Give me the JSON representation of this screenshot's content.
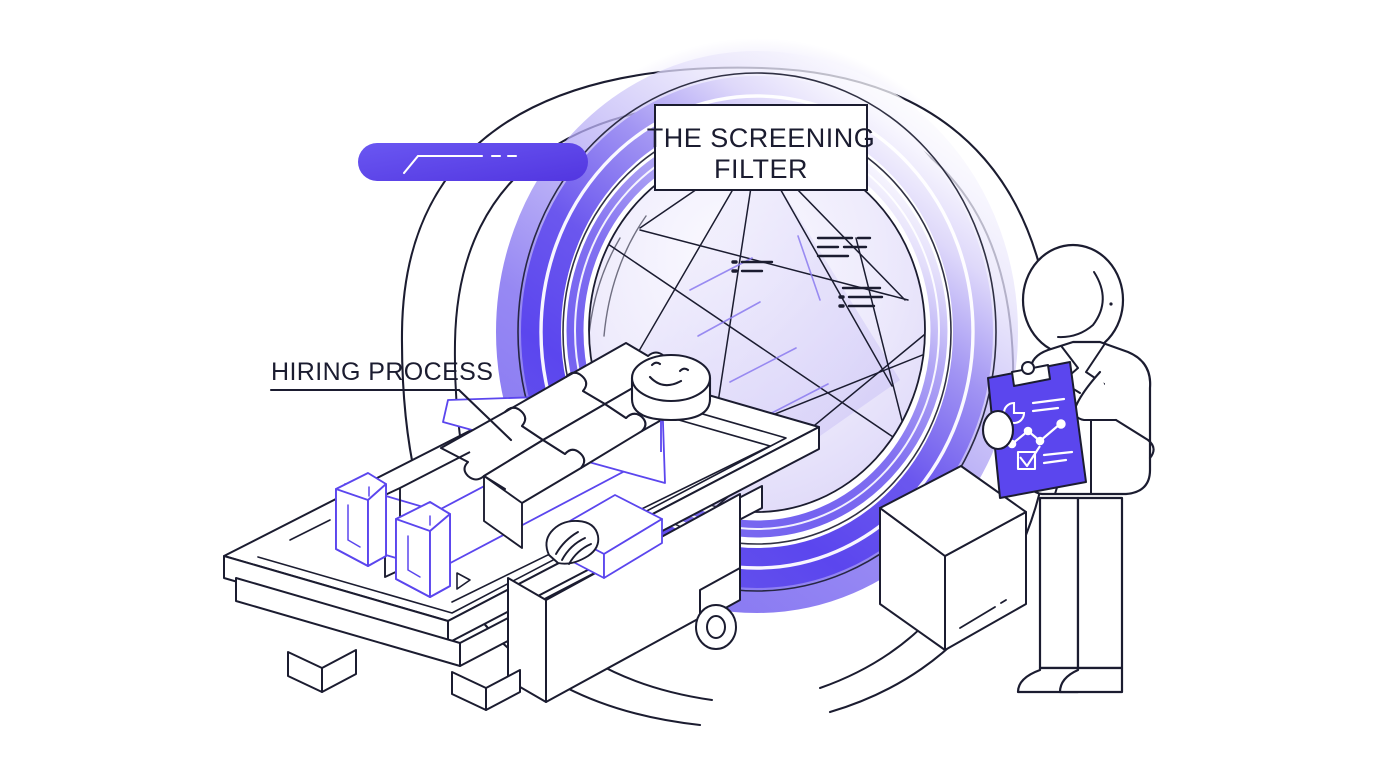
{
  "illustration": {
    "kind": "line-art-isometric-illustration",
    "subject": "MRI scanner screening a jigsaw-puzzle person while a doctor records results",
    "background_color": "#ffffff"
  },
  "palette": {
    "ink": "#1b1c30",
    "purple": "#5b46ee",
    "purple_deep": "#4a33d9",
    "purple_mid": "#7e6df0",
    "purple_pale": "#c9c1f7",
    "purple_wash": "#ece9fc",
    "white": "#ffffff"
  },
  "title_card": {
    "line1": "THE SCREENING",
    "line2": "FILTER",
    "border_color": "#1b1c30",
    "fill_color": "#ffffff"
  },
  "callout": {
    "label": "HIRING PROCESS",
    "underline_color": "#1b1c30",
    "leader_color": "#1b1c30"
  },
  "accent_bar": {
    "name": "purple-accent-bar",
    "fill": "#5b46ee",
    "mark_color": "#ffffff",
    "dashes": 2
  },
  "scanner": {
    "name": "mri-scanner",
    "outer_shell_color": "#1b1c30",
    "ring_gradient": [
      "#ffffff",
      "#c9c1f7",
      "#5b46ee",
      "#4a33d9"
    ],
    "highlight_stripe_color": "#ffffff",
    "bore_fill": "#efecfb",
    "radial_lines": 7,
    "glow": true,
    "base_box_color": "#1b1c30"
  },
  "bore_marks": [
    {
      "name": "text-mark-group-1",
      "bullets": 2,
      "lines": 2
    },
    {
      "name": "text-mark-group-2",
      "bullets": 0,
      "lines": 4
    },
    {
      "name": "text-mark-group-3",
      "bullets": 2,
      "lines": 3
    }
  ],
  "patient": {
    "name": "puzzle-patient",
    "head": "cylinder-head",
    "expression": "smiling",
    "body_pieces": 6,
    "piece_outline_color": "#5b46ee",
    "feet": 2,
    "hands": 1
  },
  "table": {
    "name": "scanner-bed",
    "surface_color": "#ffffff",
    "outline_color": "#1b1c30",
    "casters": 1,
    "legs": 2
  },
  "doctor": {
    "name": "doctor-figure",
    "coat_color": "#ffffff",
    "outline_color": "#1b1c30",
    "pose": "writing-on-clipboard"
  },
  "clipboard": {
    "name": "clipboard",
    "fill": "#5b46ee",
    "clip_color": "#ffffff",
    "icons": [
      "pie-chart-icon",
      "line-chart-icon",
      "checkbox-icon"
    ],
    "rows": [
      {
        "icon": "pie-chart-icon",
        "lines": 2
      },
      {
        "icon": "line-chart-icon",
        "lines": 0
      },
      {
        "icon": "checkbox-icon",
        "lines": 2
      }
    ]
  }
}
